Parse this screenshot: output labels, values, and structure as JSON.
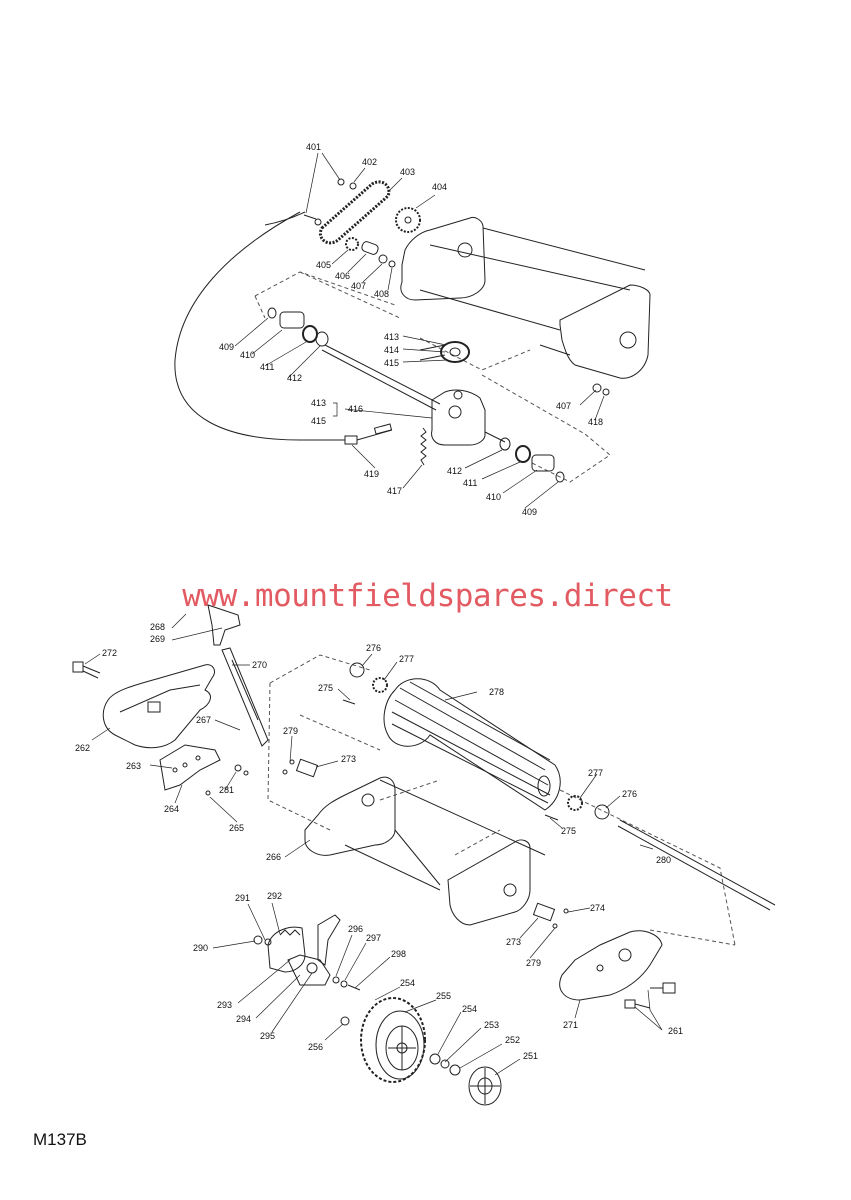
{
  "watermark": "www.mountfieldspares.direct",
  "diagram_code": "M137B",
  "upper_assembly_labels": [
    "401",
    "402",
    "403",
    "404",
    "405",
    "406",
    "407",
    "408",
    "409",
    "410",
    "411",
    "412",
    "413",
    "414",
    "415",
    "413",
    "416",
    "415",
    "407",
    "418",
    "412",
    "411",
    "410",
    "409",
    "419",
    "417"
  ],
  "lower_assembly_labels": [
    "268",
    "269",
    "270",
    "272",
    "262",
    "267",
    "263",
    "264",
    "281",
    "265",
    "276",
    "277",
    "275",
    "278",
    "279",
    "273",
    "277",
    "276",
    "275",
    "266",
    "280",
    "274",
    "273",
    "279",
    "291",
    "292",
    "290",
    "293",
    "294",
    "295",
    "296",
    "297",
    "298",
    "254",
    "255",
    "254",
    "256",
    "253",
    "252",
    "251",
    "271",
    "261"
  ]
}
